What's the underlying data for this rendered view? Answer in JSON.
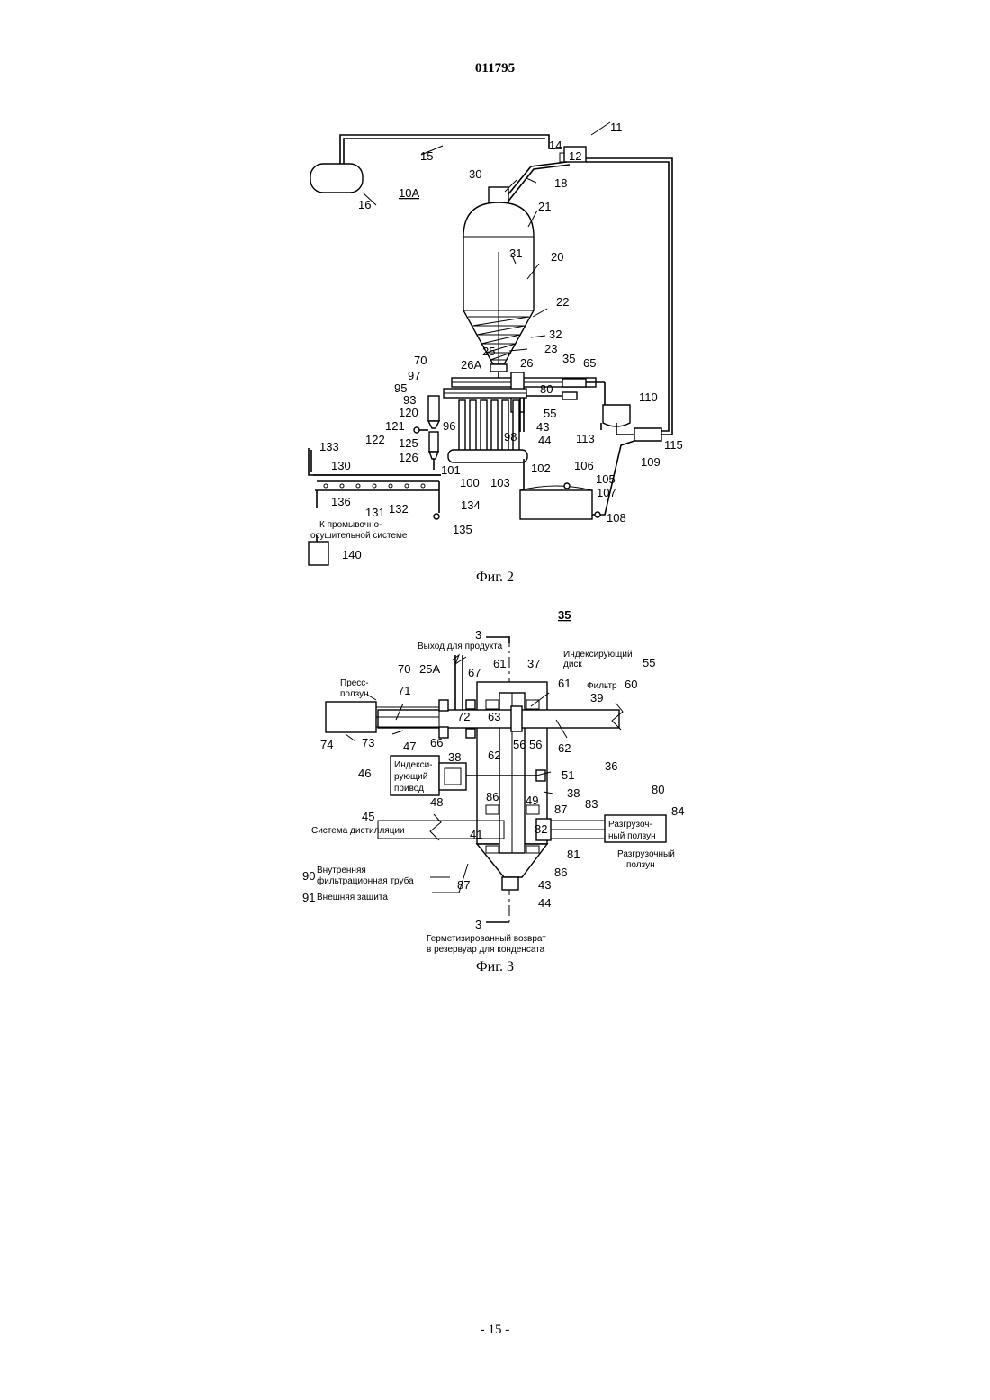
{
  "header": {
    "page_number": "011795"
  },
  "fig2": {
    "caption": "Фиг. 2",
    "labels": {
      "l11": "11",
      "l12": "12",
      "l14": "14",
      "l15": "15",
      "l16": "16",
      "l18": "18",
      "l10A": "10A",
      "l20": "20",
      "l21": "21",
      "l22": "22",
      "l23": "23",
      "l25": "25",
      "l26": "26",
      "l26A": "26A",
      "l30": "30",
      "l31": "31",
      "l32": "32",
      "l35": "35",
      "l43": "43",
      "l44": "44",
      "l55": "55",
      "l65": "65",
      "l70": "70",
      "l80": "80",
      "l93": "93",
      "l95": "95",
      "l96": "96",
      "l97": "97",
      "l98": "98",
      "l100": "100",
      "l101": "101",
      "l102": "102",
      "l103": "103",
      "l105": "105",
      "l106": "106",
      "l107": "107",
      "l108": "108",
      "l109": "109",
      "l110": "110",
      "l113": "113",
      "l115": "115",
      "l120": "120",
      "l121": "121",
      "l122": "122",
      "l125": "125",
      "l126": "126",
      "l130": "130",
      "l131": "131",
      "l132": "132",
      "l133": "133",
      "l134": "134",
      "l135": "135",
      "l136": "136",
      "l140": "140",
      "wash_line1": "К промывочно-",
      "wash_line2": "осушительной системе"
    }
  },
  "fig3": {
    "caption": "Фиг. 3",
    "title": "35",
    "labels": {
      "product_outlet": "Выход для продукта",
      "indexing_disc_1": "Индексирующий",
      "indexing_disc_2": "диск",
      "press_slide_1": "Пресс-",
      "press_slide_2": "ползун",
      "filter": "Фильтр",
      "indexing_drive_1": "Индекси-",
      "indexing_drive_2": "рующий",
      "indexing_drive_3": "привод",
      "distill_system": "Система дистилляции",
      "unload_box_1": "Разгрузоч-",
      "unload_box_2": "ный ползун",
      "unload_slide_1": "Разгрузочный",
      "unload_slide_2": "ползун",
      "inner_pipe_1": "Внутренняя",
      "inner_pipe_2": "фильтрационная труба",
      "outer_guard": "Внешняя защита",
      "return_1": "Герметизированный возврат",
      "return_2": "в резервуар для конденсата",
      "n3a": "3",
      "n3b": "3",
      "n25A": "25A",
      "n36": "36",
      "n37": "37",
      "n38a": "38",
      "n38b": "38",
      "n39": "39",
      "n41": "41",
      "n43": "43",
      "n44": "44",
      "n45": "45",
      "n46": "46",
      "n47": "47",
      "n48": "48",
      "n49": "49",
      "n51": "51",
      "n55": "55",
      "n56a": "56",
      "n56b": "56",
      "n60": "60",
      "n61a": "61",
      "n61b": "61",
      "n62a": "62",
      "n62b": "62",
      "n63": "63",
      "n66": "66",
      "n67": "67",
      "n70": "70",
      "n71": "71",
      "n72": "72",
      "n73": "73",
      "n74": "74",
      "n80": "80",
      "n81": "81",
      "n82": "82",
      "n83": "83",
      "n84": "84",
      "n86a": "86",
      "n86b": "86",
      "n87a": "87",
      "n87b": "87",
      "n90": "90",
      "n91": "91"
    }
  },
  "footer": {
    "page": "- 15 -"
  }
}
